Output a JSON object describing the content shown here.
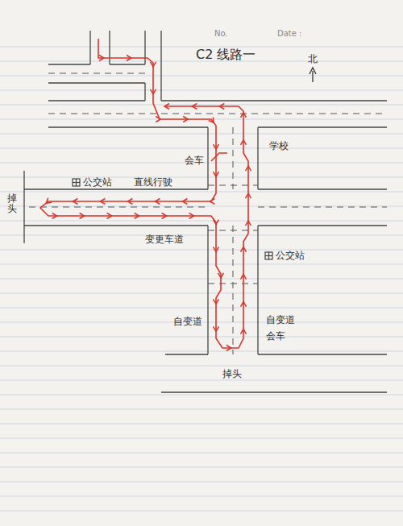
{
  "diagram": {
    "title": "C2 线路一",
    "labels": [
      "No.",
      "Date :",
      "北",
      "会车",
      "学校",
      "公交站",
      "直线行驶",
      "掉头",
      "变更车道",
      "公交站",
      "自变道",
      "自变道",
      "会车",
      "掉头"
    ]
  }
}
